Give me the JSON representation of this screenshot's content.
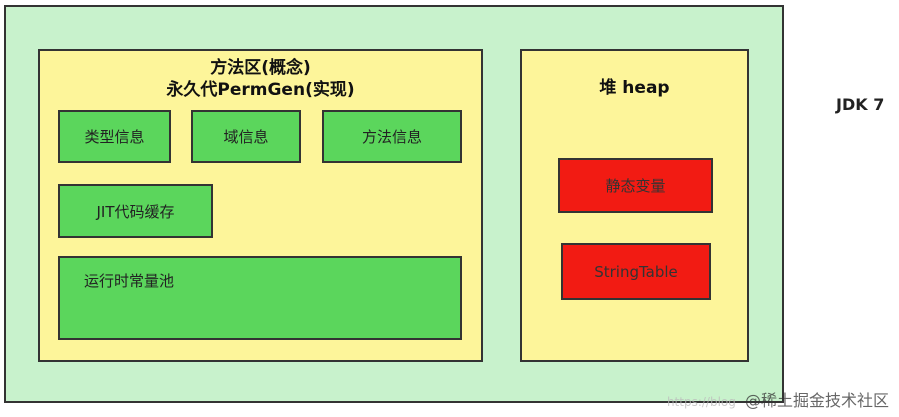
{
  "method_area": {
    "title_line1": "方法区(概念)",
    "title_line2": "永久代PermGen(实现)",
    "boxes": {
      "type_info": "类型信息",
      "field_info": "域信息",
      "method_info": "方法信息",
      "jit_cache": "JIT代码缓存",
      "runtime_constant_pool": "运行时常量池"
    }
  },
  "heap": {
    "title": "堆 heap",
    "static_variables": "静态变量",
    "string_table": "StringTable"
  },
  "version_label": "JDK 7",
  "watermark": {
    "url_text": "https://blog",
    "text": "@稀土掘金技术社区"
  },
  "colors": {
    "outer_bg": "#c8f2cc",
    "panel_bg": "#fdf59a",
    "green_box": "#5bd65c",
    "red_box": "#f21b13"
  }
}
